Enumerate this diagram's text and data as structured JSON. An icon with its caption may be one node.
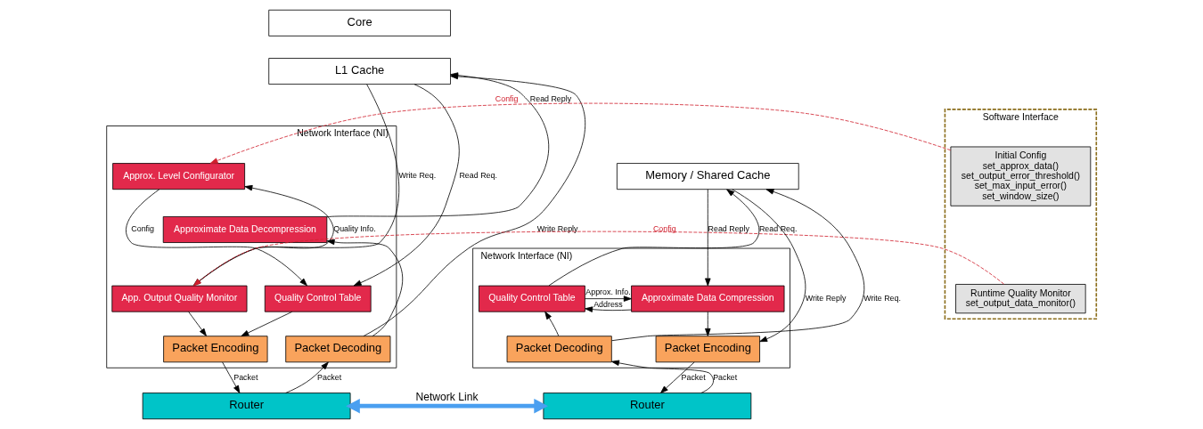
{
  "diagram": {
    "nodes": [
      {
        "text": [
          "Core"
        ]
      },
      {
        "text": [
          "L1 Cache"
        ]
      },
      {
        "text": [
          "Network Interface (NI)"
        ]
      },
      {
        "text": [
          "Approx. Level Configurator"
        ],
        "in": 2
      },
      {
        "text": [
          "Approximate Data Decompression"
        ],
        "in": 2
      },
      {
        "text": [
          "App. Output Quality Monitor"
        ],
        "in": 2
      },
      {
        "text": [
          "Quality Control Table"
        ],
        "in": 2
      },
      {
        "text": [
          "Packet Decoding"
        ],
        "in": 2
      },
      {
        "text": [
          "Packet Encoding"
        ],
        "in": 2
      },
      {
        "text": [
          "Router"
        ]
      },
      {
        "text": [
          "Software Interface"
        ]
      },
      {
        "text": [
          "Initial Config",
          "set_approx_data()",
          "set_output_error_threshold()",
          "set_max_input_error()",
          "set_window_size()"
        ],
        "in": 10
      },
      {
        "text": [
          "Runtime Quality Monitor",
          "set_output_data_monitor()"
        ],
        "in": 10
      },
      {
        "text": [
          "Memory / Shared Cache"
        ]
      },
      {
        "text": [
          "Network Interface (NI)"
        ]
      },
      {
        "text": [
          "Quality Control Table"
        ],
        "in": 14
      },
      {
        "text": [
          "Approximate Data Compression"
        ],
        "in": 14
      },
      {
        "text": [
          "Packet Decoding"
        ],
        "in": 14
      },
      {
        "text": [
          "Packet Encoding"
        ],
        "in": 14
      },
      {
        "text": [
          "Router"
        ]
      }
    ],
    "edges": [
      {
        "from": 7,
        "to": 1,
        "arrow": "to",
        "label": "Write Reply"
      },
      {
        "from": 4,
        "to": 1,
        "arrow": "to",
        "label": "Read Reply"
      },
      {
        "from": 7,
        "to": 4,
        "arrow": "to"
      },
      {
        "from": 1,
        "to": 5,
        "arrow": "to",
        "label": "Write Req."
      },
      {
        "from": 1,
        "to": 6,
        "arrow": "to",
        "label": "Read Req."
      },
      {
        "from": 5,
        "to": 3,
        "arrow": "to",
        "label": "Quality Info."
      },
      {
        "from": 3,
        "to": 6,
        "arrow": "to",
        "label": "Config"
      },
      {
        "from": 5,
        "to": 8,
        "arrow": "to"
      },
      {
        "from": 6,
        "to": 8,
        "arrow": "to"
      },
      {
        "from": 11,
        "to": 3,
        "arrow": "to",
        "label": "Config",
        "style": "dashed",
        "color": "#d0202e"
      },
      {
        "from": 12,
        "to": 5,
        "arrow": "to",
        "label": "Config",
        "style": "dashed",
        "color": "#d0202e"
      },
      {
        "from": 9,
        "to": 7,
        "arrow": "to",
        "label": "Packet"
      },
      {
        "from": 8,
        "to": 9,
        "arrow": "to",
        "label": "Packet"
      },
      {
        "from": 17,
        "to": 13,
        "arrow": "to",
        "label": "Write Req."
      },
      {
        "from": 15,
        "to": 13,
        "arrow": "to",
        "label": "Read Req."
      },
      {
        "from": 13,
        "to": 16,
        "arrow": "to",
        "label": "Read Reply"
      },
      {
        "from": 13,
        "to": 18,
        "arrow": "to",
        "label": "Write Reply"
      },
      {
        "from": 16,
        "to": 15,
        "arrow": "to",
        "label": "Address"
      },
      {
        "from": 15,
        "to": 16,
        "arrow": "to",
        "label": "Approx. Info."
      },
      {
        "from": 17,
        "to": 15,
        "arrow": "to"
      },
      {
        "from": 16,
        "to": 18,
        "arrow": "to"
      },
      {
        "from": 19,
        "to": 17,
        "arrow": "to",
        "label": "Packet"
      },
      {
        "from": 18,
        "to": 19,
        "arrow": "to",
        "label": "Packet"
      },
      {
        "from": 9,
        "to": 19,
        "arrow": "both",
        "label": "Network Link",
        "style": "thick",
        "color": "#4a9ff0"
      }
    ]
  }
}
